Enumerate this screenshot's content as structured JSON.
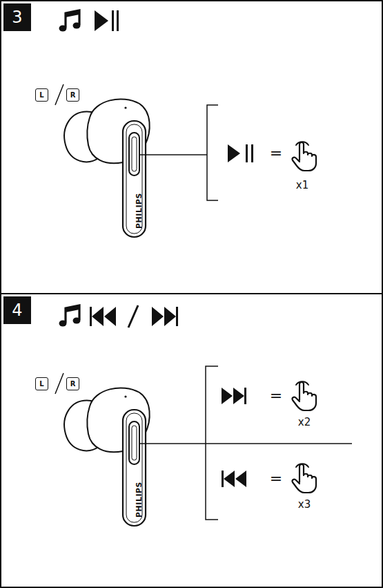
{
  "diagram": {
    "nodes": [
      {
        "text": [
          "3"
        ]
      },
      {
        "text": [
          "L"
        ]
      },
      {
        "text": [
          "R"
        ]
      },
      {
        "text": [
          "4"
        ]
      },
      {
        "text": [
          "L"
        ]
      },
      {
        "text": [
          "R"
        ]
      }
    ],
    "labels": [
      "PHILIPS",
      "=",
      "x1",
      "PHILIPS",
      "=",
      "x2",
      "=",
      "x3"
    ]
  }
}
